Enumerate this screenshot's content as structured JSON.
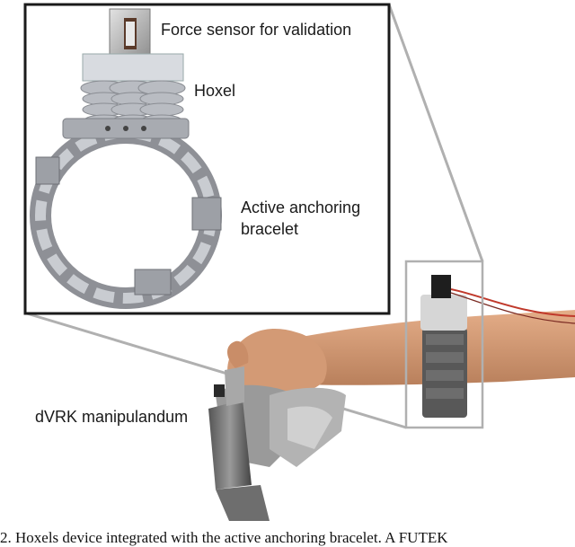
{
  "figure": {
    "labels": {
      "force_sensor": "Force sensor for validation",
      "hoxel": "Hoxel",
      "bracelet_line1": "Active anchoring",
      "bracelet_line2": "bracelet",
      "manipulandum": "dVRK manipulandum"
    },
    "caption": "2.  Hoxels device integrated with the active anchoring bracelet. A FUTEK",
    "colors": {
      "frame": "#1a1a1a",
      "connector": "#b0b0b0",
      "cable": "#c0392b",
      "skin": "#d9a07a",
      "device": "#8a8a8a"
    }
  }
}
